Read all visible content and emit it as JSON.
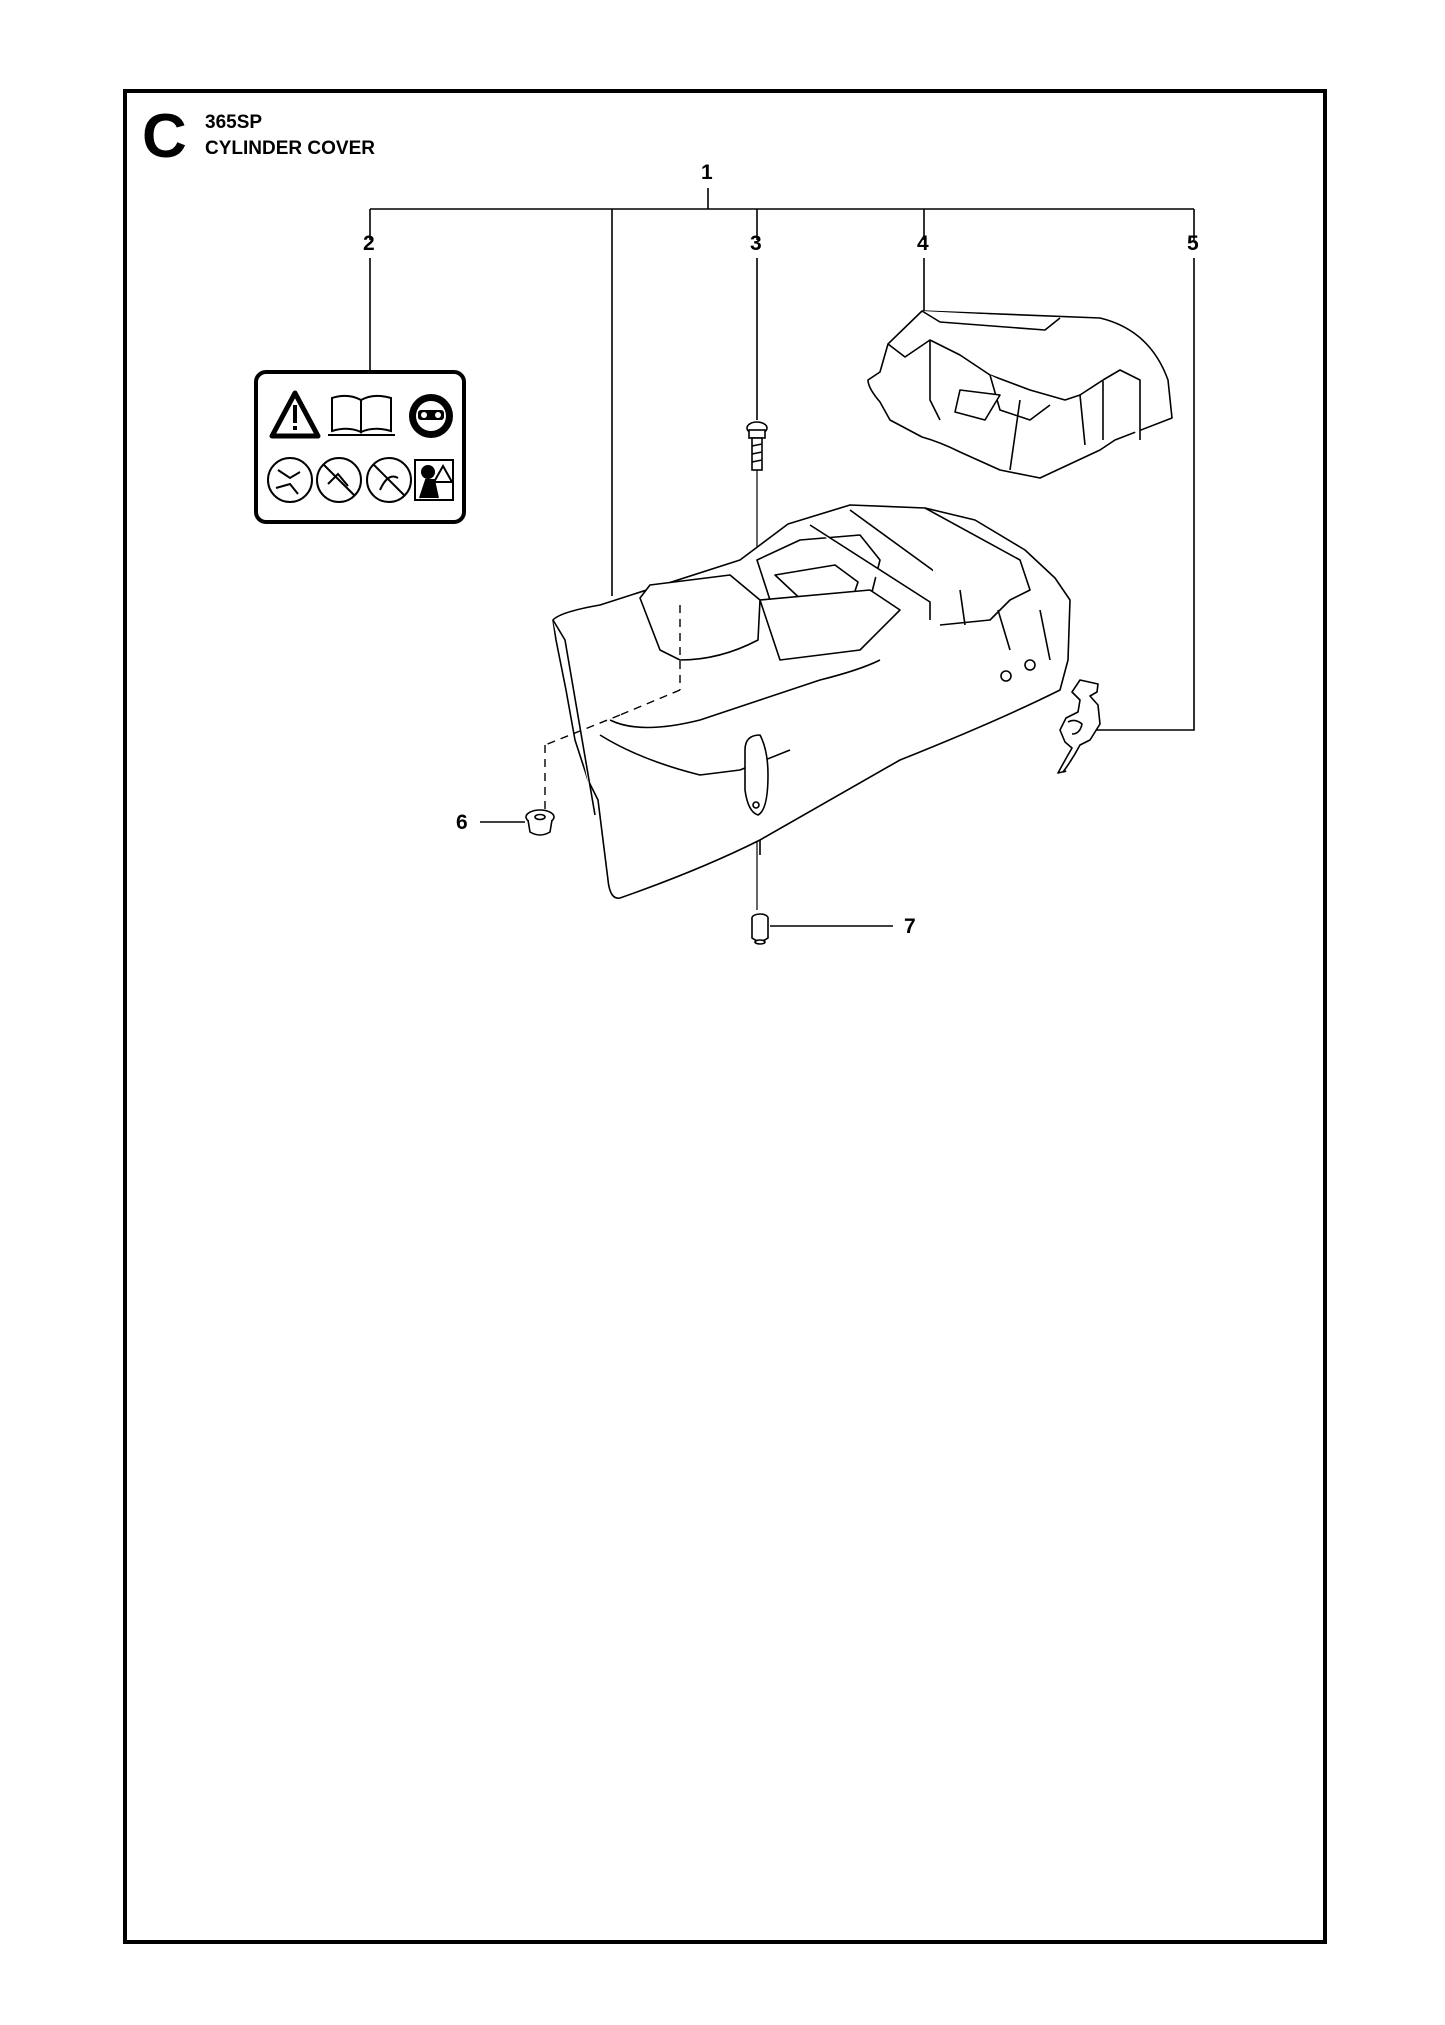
{
  "header": {
    "section_letter": "C",
    "model": "365SP",
    "title": "CYLINDER COVER"
  },
  "callouts": [
    {
      "id": "1",
      "part": "cylinder-cover-assembly"
    },
    {
      "id": "2",
      "part": "warning-decal"
    },
    {
      "id": "3",
      "part": "screw"
    },
    {
      "id": "4",
      "part": "top-cover-cap"
    },
    {
      "id": "5",
      "part": "side-clip"
    },
    {
      "id": "6",
      "part": "rubber-grommet"
    },
    {
      "id": "7",
      "part": "sleeve-nut"
    }
  ],
  "decal_icons": [
    "warning-triangle-icon",
    "manual-book-icon",
    "ear-eye-protection-icon",
    "hand-kickback-icon-1",
    "hand-kickback-icon-2",
    "no-one-hand-icon",
    "operator-protection-icon"
  ]
}
